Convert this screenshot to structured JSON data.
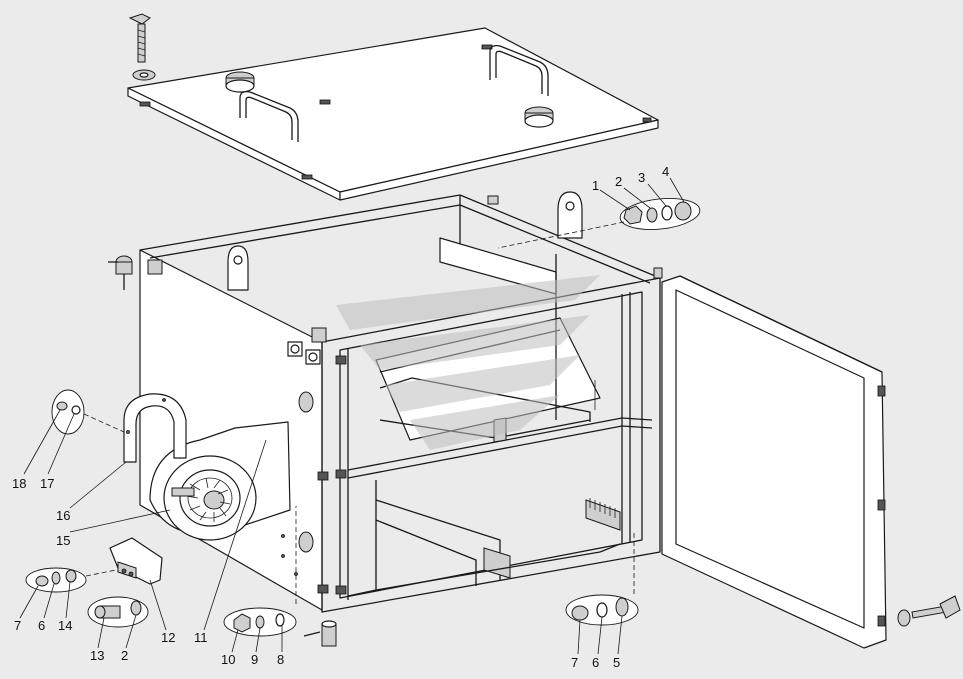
{
  "diagram": {
    "callout_labels": [
      {
        "id": "cl-1",
        "text": "1"
      },
      {
        "id": "cl-2a",
        "text": "2"
      },
      {
        "id": "cl-3",
        "text": "3"
      },
      {
        "id": "cl-4",
        "text": "4"
      },
      {
        "id": "cl-5",
        "text": "5"
      },
      {
        "id": "cl-6a",
        "text": "6"
      },
      {
        "id": "cl-7a",
        "text": "7"
      },
      {
        "id": "cl-6b",
        "text": "6"
      },
      {
        "id": "cl-7b",
        "text": "7"
      },
      {
        "id": "cl-8",
        "text": "8"
      },
      {
        "id": "cl-9",
        "text": "9"
      },
      {
        "id": "cl-10",
        "text": "10"
      },
      {
        "id": "cl-11",
        "text": "11"
      },
      {
        "id": "cl-12",
        "text": "12"
      },
      {
        "id": "cl-13",
        "text": "13"
      },
      {
        "id": "cl-2b",
        "text": "2"
      },
      {
        "id": "cl-14",
        "text": "14"
      },
      {
        "id": "cl-15",
        "text": "15"
      },
      {
        "id": "cl-16",
        "text": "16"
      },
      {
        "id": "cl-17",
        "text": "17"
      },
      {
        "id": "cl-18",
        "text": "18"
      }
    ]
  },
  "colors": {
    "background": "#ebebeb",
    "line": "#1a1a1a",
    "panel": "#ffffff",
    "watermark": "#bdbdbd"
  }
}
